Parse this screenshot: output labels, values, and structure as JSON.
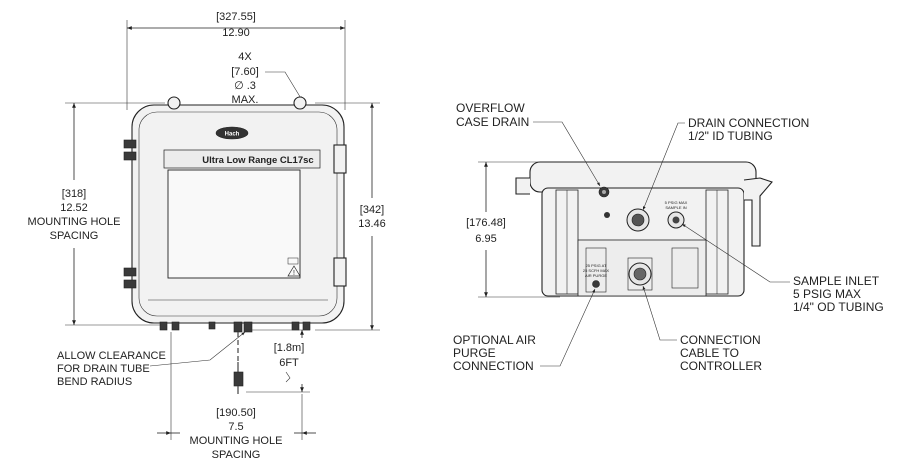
{
  "front_view": {
    "width_mm": "[327.55]",
    "width_in": "12.90",
    "hole_count": "4X",
    "hole_mm": "[7.60]",
    "hole_in": "∅ .3",
    "hole_max": "MAX.",
    "spacing_mm": "[318]",
    "spacing_in": "12.52",
    "spacing_label_1": "MOUNTING HOLE",
    "spacing_label_2": "SPACING",
    "height_mm": "[342]",
    "height_in": "13.46",
    "logo_text": "Hach",
    "product_label": "Ultra Low Range CL17sc",
    "clearance_1": "ALLOW CLEARANCE",
    "clearance_2": "FOR DRAIN TUBE",
    "clearance_3": "BEND RADIUS",
    "cable_mm": "[1.8m]",
    "cable_ft": "6FT",
    "bottom_mm": "[190.50]",
    "bottom_in": "7.5",
    "bottom_label_1": "MOUNTING HOLE",
    "bottom_label_2": "SPACING"
  },
  "bottom_view": {
    "overflow_1": "OVERFLOW",
    "overflow_2": "CASE DRAIN",
    "drain_1": "DRAIN CONNECTION",
    "drain_2": "1/2\" ID TUBING",
    "depth_mm": "[176.48]",
    "depth_in": "6.95",
    "sample_1": "SAMPLE INLET",
    "sample_2": "5 PSIG MAX",
    "sample_3": "1/4\" OD TUBING",
    "air_1": "OPTIONAL AIR",
    "air_2": "PURGE",
    "air_3": "CONNECTION",
    "conn_1": "CONNECTION",
    "conn_2": "CABLE TO",
    "conn_3": "CONTROLLER",
    "tag_sample_1": "5 PSIG MAX",
    "tag_sample_2": "SAMPLE IN",
    "tag_air_1": "25 PSIG AT",
    "tag_air_2": "25 SCFH MAX",
    "tag_air_3": "AIR PURGE"
  }
}
